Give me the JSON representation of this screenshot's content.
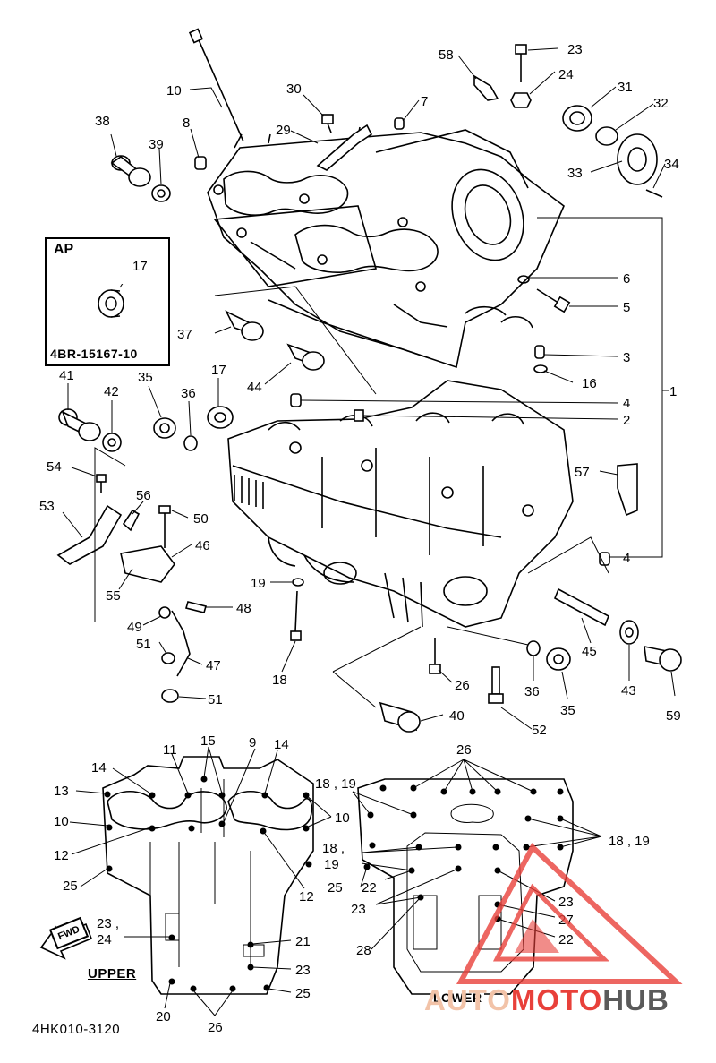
{
  "ap_box": {
    "title": "AP",
    "part_number": "17",
    "code": "4BR-15167-10"
  },
  "view_labels": {
    "upper": "UPPER",
    "lower": "LOWER",
    "forward": "FWD"
  },
  "document_code": "4HK010-3120",
  "watermark": {
    "auto": "AUTO",
    "moto": "MOTO",
    "hub": "HUB",
    "colors": {
      "auto": "#f2c3a8",
      "moto": "#e8403a",
      "hub": "#5a5a5a",
      "triangle": "#e8403a"
    }
  },
  "exploded_view_callouts": [
    "10",
    "8",
    "30",
    "29",
    "7",
    "58",
    "23",
    "24",
    "31",
    "32",
    "33",
    "34",
    "38",
    "39",
    "6",
    "5",
    "37",
    "3",
    "16",
    "1",
    "4",
    "2",
    "44",
    "17",
    "41",
    "42",
    "35",
    "36",
    "54",
    "53",
    "56",
    "50",
    "46",
    "55",
    "57",
    "4",
    "19",
    "48",
    "49",
    "51",
    "47",
    "18",
    "45",
    "43",
    "59",
    "26",
    "36",
    "35",
    "52",
    "40",
    "51"
  ],
  "upper_case_callouts": [
    "11",
    "15",
    "9",
    "14",
    "14",
    "13",
    "10",
    "10",
    "12",
    "12",
    "25",
    "23 ,",
    "24",
    "21",
    "23",
    "20",
    "26",
    "25"
  ],
  "lower_case_callouts": [
    "26",
    "18 , 19",
    "18 , 19",
    "18 ,",
    "19",
    "25",
    "22",
    "23",
    "28",
    "23",
    "27",
    "22"
  ]
}
